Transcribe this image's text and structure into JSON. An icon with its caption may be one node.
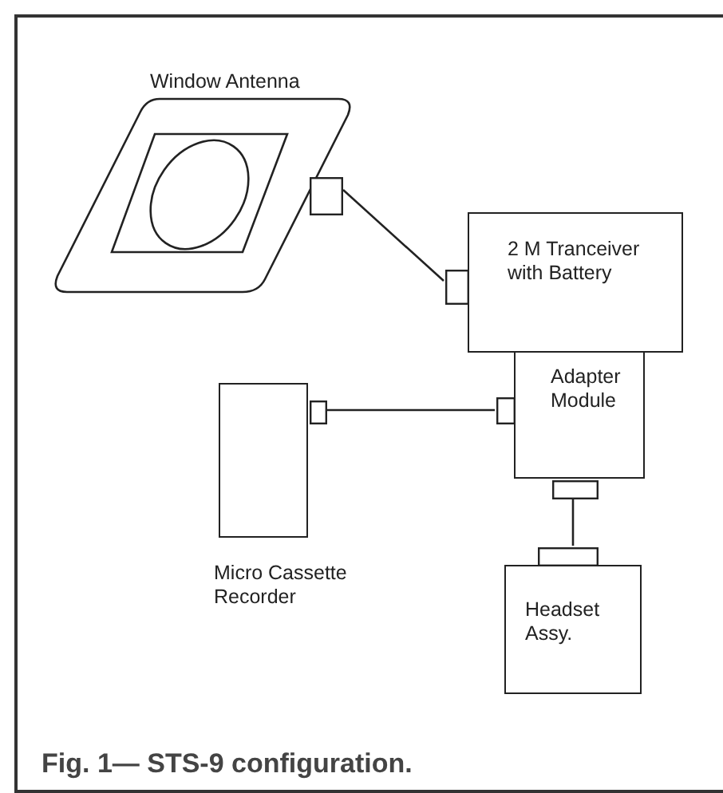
{
  "diagram": {
    "caption": "Fig. 1— STS-9 configuration.",
    "nodes": [
      {
        "text": [
          "Window Antenna"
        ]
      },
      {
        "text": [
          "2 M Tranceiver with Battery"
        ]
      },
      {
        "text": [
          "Adapter Module"
        ]
      },
      {
        "text": [
          "Micro Cassette Recorder"
        ]
      },
      {
        "text": [
          "Headset Assy."
        ]
      }
    ],
    "edges": [
      {
        "from": 0,
        "to": 1,
        "arrow": "none"
      },
      {
        "from": 3,
        "to": 2,
        "arrow": "none"
      },
      {
        "from": 2,
        "to": 4,
        "arrow": "none"
      }
    ]
  }
}
